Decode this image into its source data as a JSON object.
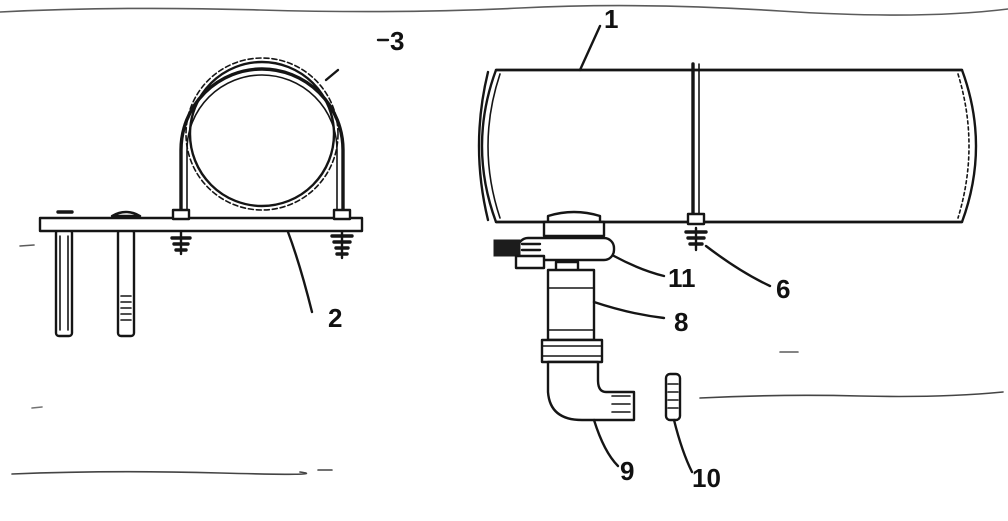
{
  "callouts": {
    "tank": "1",
    "bracket": "2",
    "strap": "3",
    "strap_nut": "6",
    "pipe": "8",
    "elbow": "9",
    "plug": "10",
    "clamp": "11"
  },
  "colors": {
    "ink": "#151515",
    "paper": "#ffffff"
  }
}
